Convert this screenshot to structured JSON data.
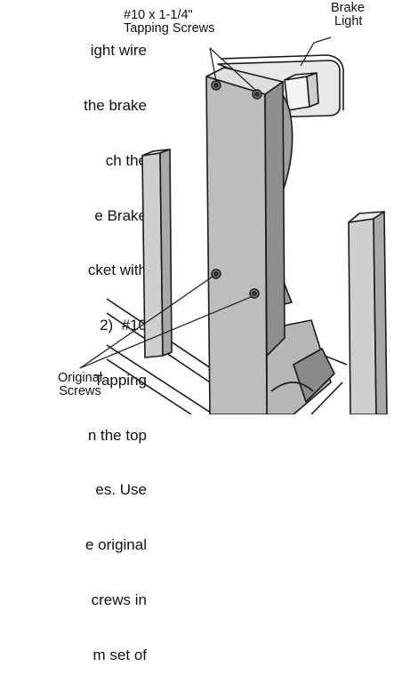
{
  "instruction_text": {
    "lines": [
      "ight wire",
      "the brake",
      "ch the",
      "e Brake",
      "cket with",
      "2)  #10",
      "Tapping",
      "n the top",
      "es. Use",
      "e original",
      "crews in",
      "m set of"
    ]
  },
  "callouts": {
    "tapping_screws": {
      "line1": "#10 x 1-1/4\"",
      "line2": "Tapping Screws"
    },
    "brake_light": {
      "line1": "Brake",
      "line2": "Light"
    },
    "original_screws": {
      "line1": "Original",
      "line2": "Screws"
    }
  },
  "colors": {
    "line": "#1a1a1a",
    "bracket_face": "#bdbdbd",
    "bracket_side": "#8e8e8e",
    "post_face": "#cfcfcf",
    "post_top": "#eeeeee",
    "light_body": "#e8e8e8"
  }
}
